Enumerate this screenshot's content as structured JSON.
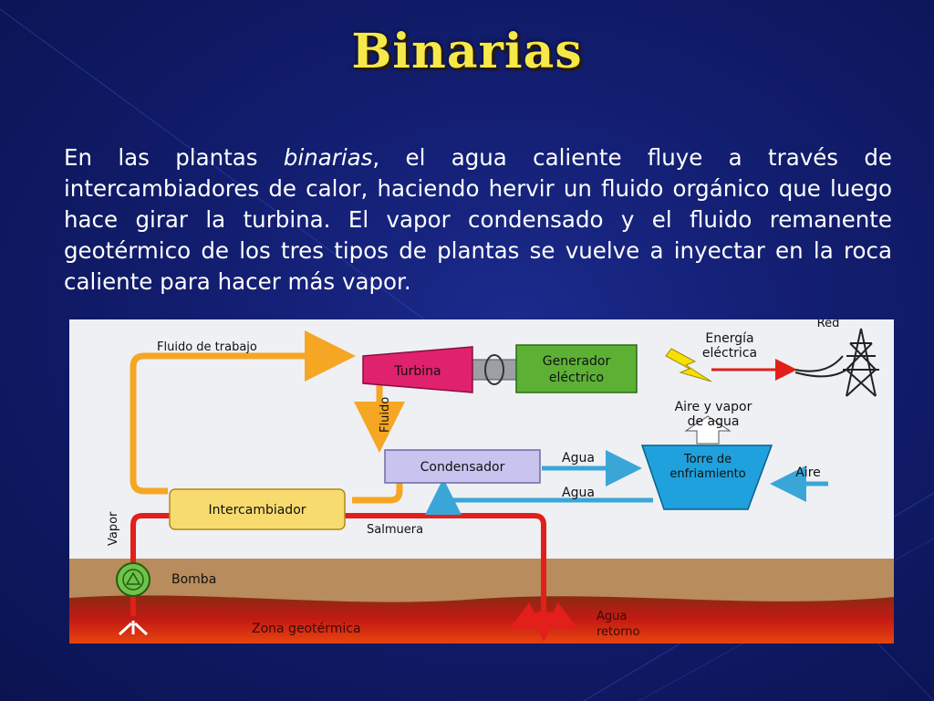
{
  "slide": {
    "title": "Binarias",
    "paragraph_before": "En las plantas ",
    "paragraph_italic": "binarias",
    "paragraph_after": ", el agua caliente fluye a través de intercambiadores de calor, haciendo hervir un fluido orgánico que luego hace girar la turbina. El vapor condensado y el fluido remanente geotérmico de los tres tipos de plantas se vuelve a inyectar en la roca caliente para hacer más vapor."
  },
  "diagram": {
    "labels": {
      "fluido_trabajo": "Fluido de trabajo",
      "turbina": "Turbina",
      "generador_1": "Generador",
      "generador_2": "eléctrico",
      "energia_1": "Energía",
      "energia_2": "eléctrica",
      "red": "Red",
      "fluido": "Fluido",
      "aire_vapor_1": "Aire y vapor",
      "aire_vapor_2": "de agua",
      "condensador": "Condensador",
      "agua_1": "Agua",
      "agua_2": "Agua",
      "torre_1": "Torre de",
      "torre_2": "enfriamiento",
      "aire": "Aire",
      "intercambiador": "Intercambiador",
      "vapor": "Vapor",
      "salmuera": "Salmuera",
      "bomba": "Bomba",
      "zona": "Zona geotérmica",
      "agua_retorno_1": "Agua",
      "agua_retorno_2": "retorno"
    },
    "colors": {
      "working_fluid": "#f5a623",
      "brine": "#e21f1a",
      "water": "#3aa6d8",
      "turbine": "#e0226e",
      "generator": "#5cb135",
      "condenser": "#c9c4ef",
      "exchanger": "#f8db6e",
      "tower": "#1fa1dd",
      "ground": "#b88c5c",
      "geothermal": "#c41a14"
    }
  }
}
